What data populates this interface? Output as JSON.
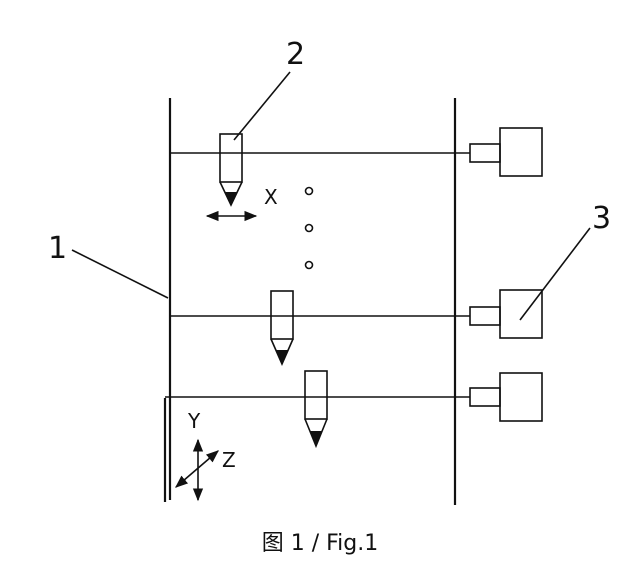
{
  "figure": {
    "reference_labels": {
      "frame": "1",
      "tool": "2",
      "drive": "3"
    },
    "axis_labels": {
      "x": "X",
      "y": "Y",
      "z": "Z"
    },
    "caption": "图 1 / Fig.1"
  }
}
